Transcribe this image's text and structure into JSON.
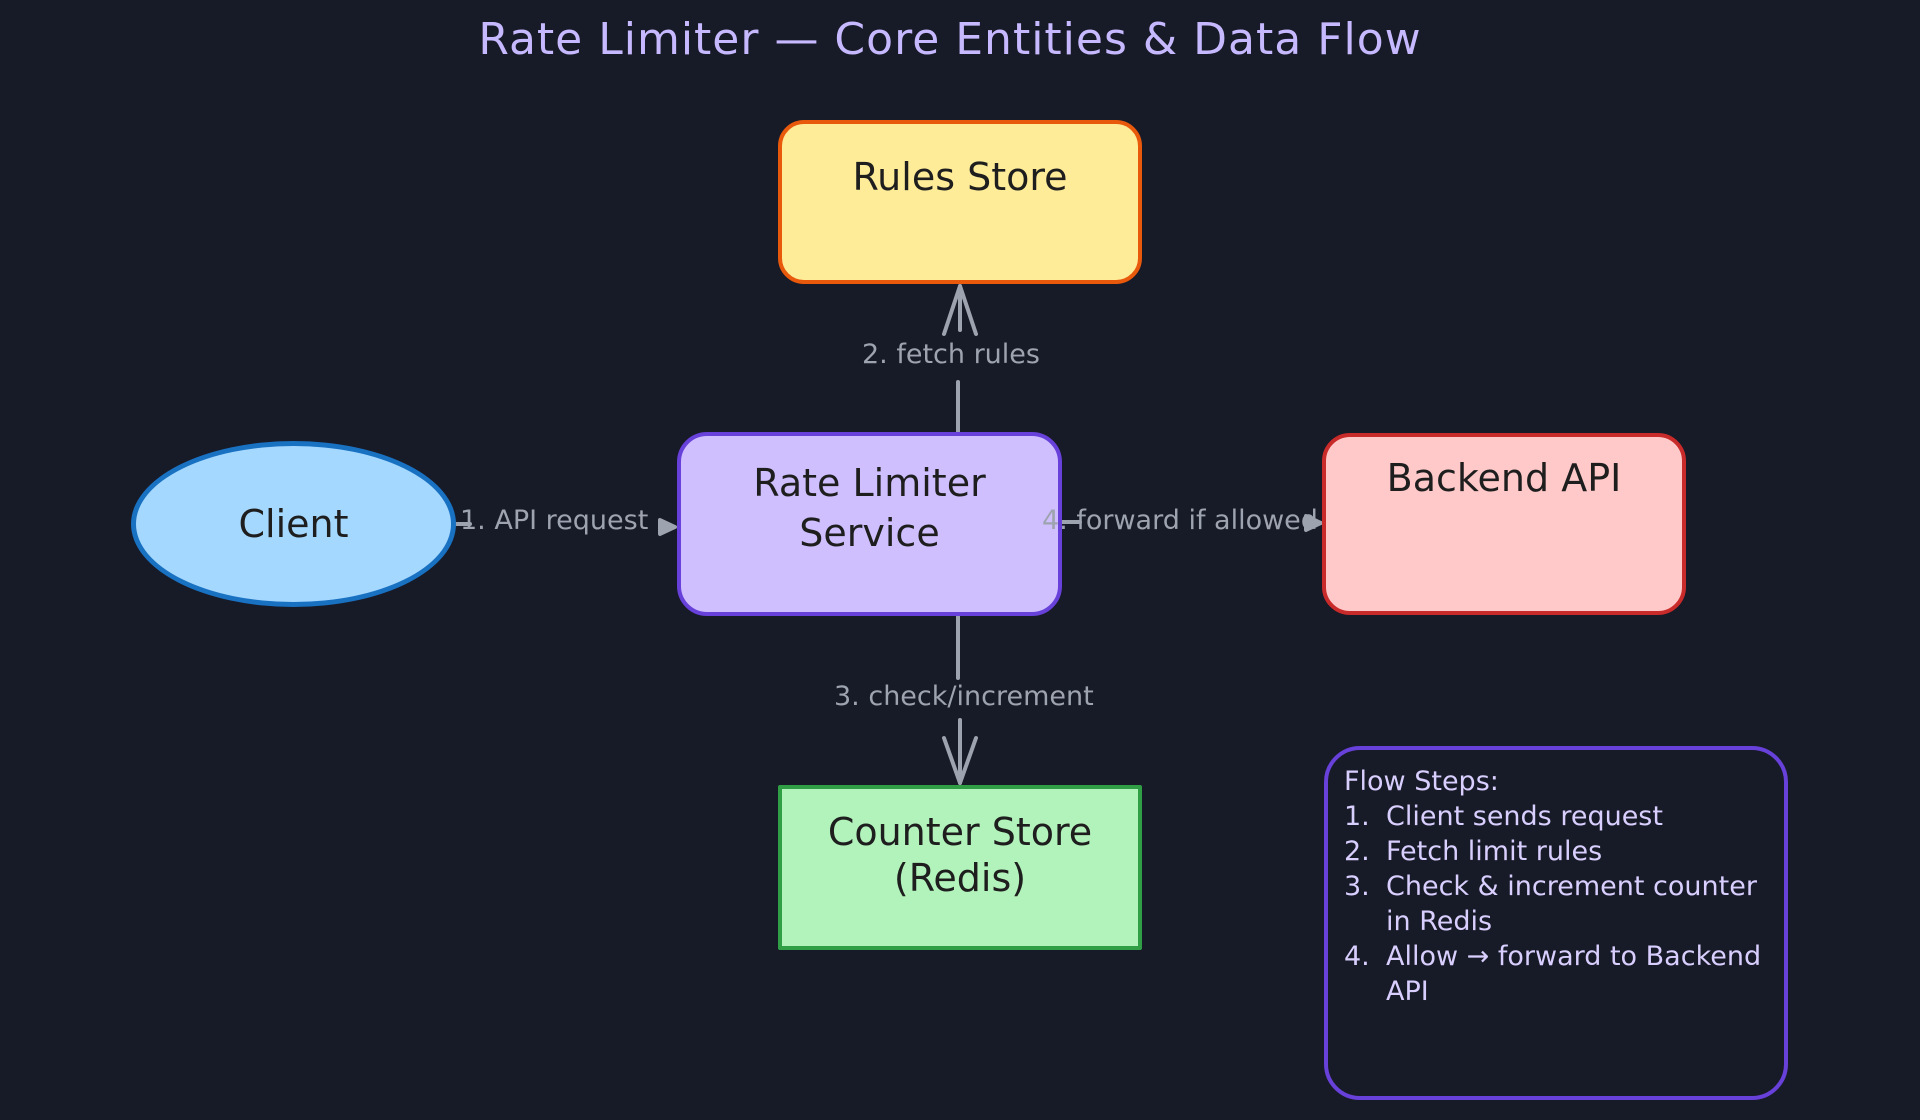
{
  "title": "Rate Limiter — Core Entities & Data Flow",
  "nodes": {
    "rules_store": "Rules Store",
    "rate_limiter": "Rate Limiter\nService",
    "backend_api": "Backend API",
    "counter_store": "Counter Store\n(Redis)",
    "client": "Client"
  },
  "edges": {
    "api_request": "1. API request",
    "fetch_rules": "2. fetch rules",
    "check_increment": "3. check/increment",
    "forward": "4. forward if allowed"
  },
  "flow_steps": {
    "heading": "Flow Steps:",
    "items": [
      {
        "num": "1.",
        "text": "Client sends request"
      },
      {
        "num": "2.",
        "text": "Fetch limit rules"
      },
      {
        "num": "3.",
        "text": "Check & increment counter in Redis"
      },
      {
        "num": "4.",
        "text": "Allow → forward to Backend API"
      }
    ]
  },
  "colors": {
    "background": "#171a27",
    "title": "#c7b9ff",
    "arrow": "#9ea3b0",
    "rules_fill": "#ffec99",
    "rules_stroke": "#e8590c",
    "limiter_fill": "#d0bfff",
    "limiter_stroke": "#6741d9",
    "backend_fill": "#ffc9c9",
    "backend_stroke": "#c92a2a",
    "counter_fill": "#b2f2bb",
    "counter_stroke": "#2f9e44",
    "client_fill": "#a5d8ff",
    "client_stroke": "#1971c2"
  }
}
